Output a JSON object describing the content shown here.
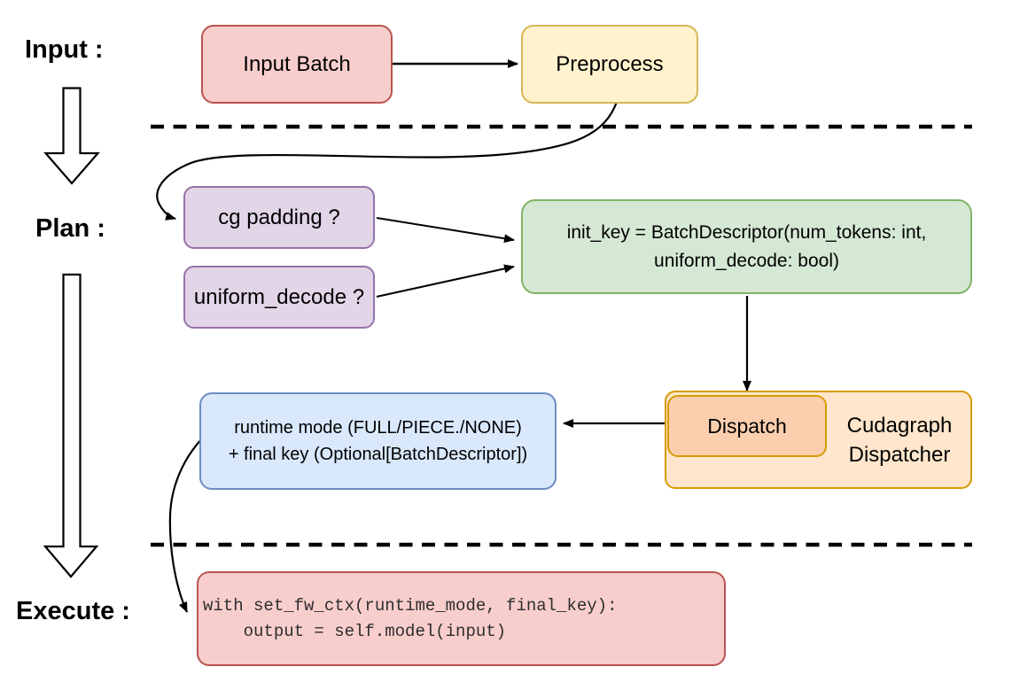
{
  "stages": {
    "input": "Input :",
    "plan": "Plan :",
    "execute": "Execute :"
  },
  "nodes": {
    "input_batch": {
      "label": "Input Batch",
      "fill": "#f8cecc",
      "stroke": "#b85450"
    },
    "preprocess": {
      "label": "Preprocess",
      "fill": "#fff2cc",
      "stroke": "#d6b656"
    },
    "cg_padding": {
      "label": "cg padding ?",
      "fill": "#e1d5e7",
      "stroke": "#9673a6"
    },
    "uniform_decode": {
      "label": "uniform_decode ?",
      "fill": "#e1d5e7",
      "stroke": "#9673a6"
    },
    "init_key": {
      "line1": "init_key = BatchDescriptor(num_tokens: int,",
      "line2": "uniform_decode: bool)",
      "fill": "#d5e8d4",
      "stroke": "#82b366"
    },
    "dispatch": {
      "label": "Dispatch",
      "fill": "#fbcfae",
      "stroke": "#d79b00"
    },
    "cudagraph_dispatcher": {
      "line1": "Cudagraph",
      "line2": "Dispatcher",
      "fill": "#ffe6cc",
      "stroke": "#d79b00"
    },
    "runtime_mode": {
      "line1": "runtime mode (FULL/PIECE./NONE)",
      "line2": "+ final key (Optional[BatchDescriptor])",
      "fill": "#dae8fc",
      "stroke": "#6c8ebf"
    },
    "execute_code": {
      "line1": "with set_fw_ctx(runtime_mode, final_key):",
      "line2": "    output = self.model(input)",
      "fill": "#f8cecc",
      "stroke": "#b85450"
    }
  },
  "edge_color": "#000000",
  "dashed_divider_color": "#000000"
}
